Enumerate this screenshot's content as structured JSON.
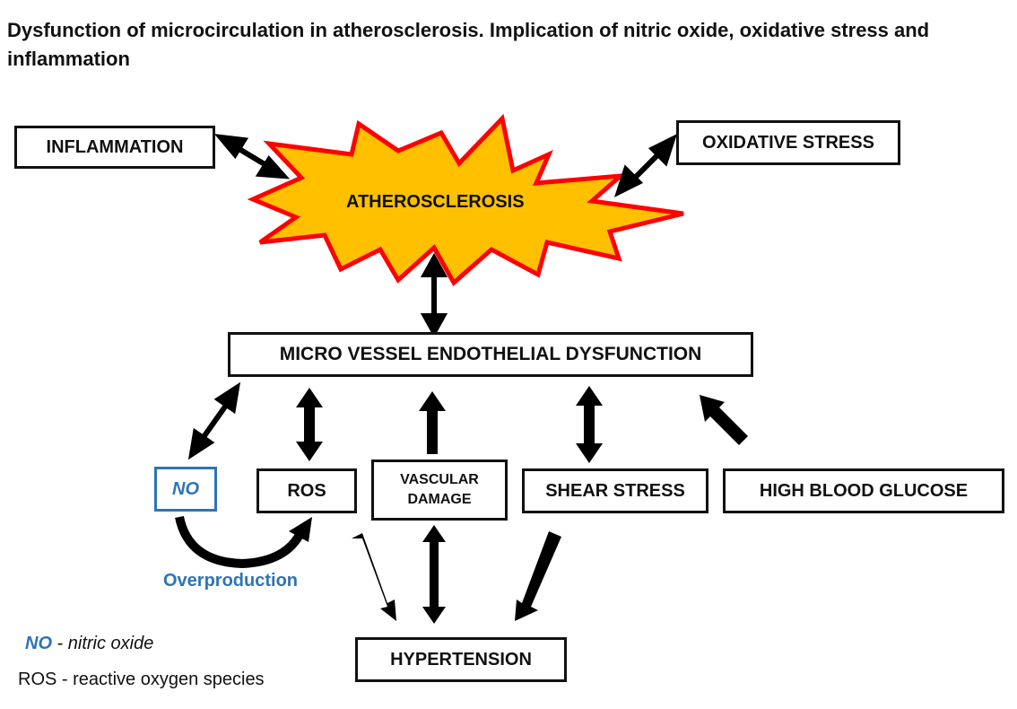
{
  "title": "Dysfunction of microcirculation in atherosclerosis. Implication of nitric oxide, oxidative stress and inflammation",
  "nodes": {
    "atherosclerosis": "ATHEROSCLEROSIS",
    "inflammation": "INFLAMMATION",
    "oxidative_stress": "OXIDATIVE STRESS",
    "micro_vessel": "MICRO VESSEL ENDOTHELIAL DYSFUNCTION",
    "no": "NO",
    "ros": "ROS",
    "vascular_damage_line1": "VASCULAR",
    "vascular_damage_line2": "DAMAGE",
    "shear_stress": "SHEAR STRESS",
    "high_blood_glucose": "HIGH BLOOD GLUCOSE",
    "hypertension": "HYPERTENSION"
  },
  "overproduction_label": "Overproduction",
  "legend": {
    "no_abbr": "NO",
    "no_def": " - nitric oxide",
    "ros_line": "ROS - reactive oxygen species"
  },
  "colors": {
    "starburst_fill": "#FFC000",
    "starburst_stroke": "#FF0000",
    "no_blue": "#2E74B5",
    "arrow": "#000000"
  }
}
